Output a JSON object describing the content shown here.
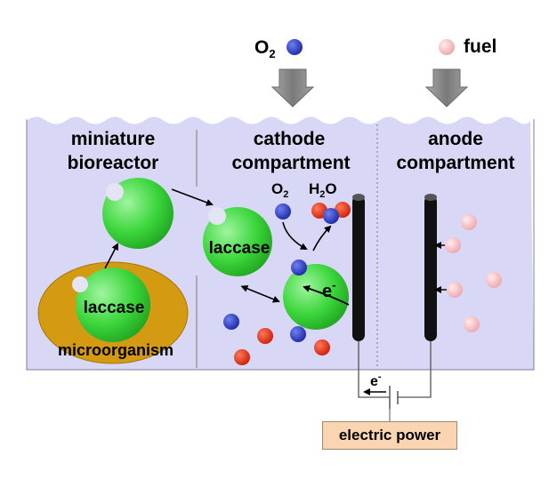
{
  "legend": {
    "oxygen_label": "O",
    "oxygen_subscript": "2",
    "fuel_label": "fuel"
  },
  "compartments": {
    "bioreactor": {
      "line1": "miniature",
      "line2": "bioreactor"
    },
    "cathode": {
      "line1": "cathode",
      "line2": "compartment"
    },
    "anode": {
      "line1": "anode",
      "line2": "compartment"
    }
  },
  "labels": {
    "laccase_bioreactor": "laccase",
    "laccase_cathode": "laccase",
    "microorganism": "microorganism",
    "o2": "O",
    "o2_sub": "2",
    "h2o_h": "H",
    "h2o_sub": "2",
    "h2o_o": "O",
    "electron": "e",
    "electron_sup": "-",
    "circuit_electron": "e",
    "circuit_electron_sup": "-",
    "power": "electric power"
  },
  "colors": {
    "tank": "#d8d8f6",
    "tank_border": "#7c7c9a",
    "enzyme": "#3cd63c",
    "microorganism": "#d49a12",
    "oxygen": "#2c3cc8",
    "water": "#e02c10",
    "fuel": "#f4b8bc",
    "electrode": "#111111",
    "arrow": "#8c8c8c",
    "power_box": "#fbd5b1"
  }
}
